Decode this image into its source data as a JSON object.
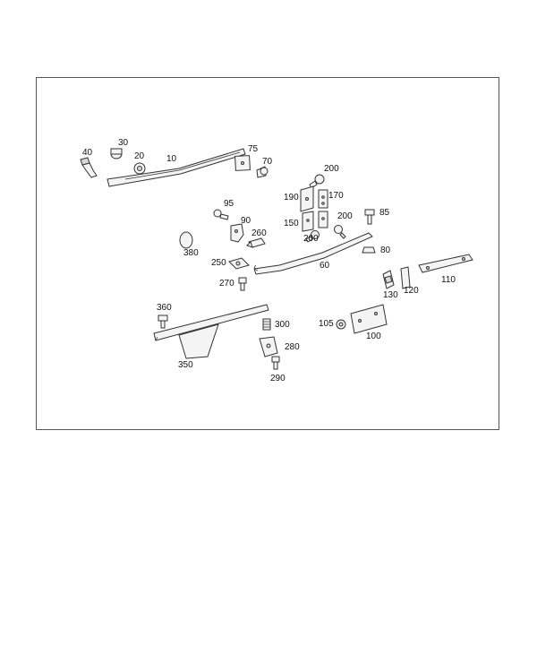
{
  "diagram": {
    "callouts": {
      "p10": "10",
      "p20": "20",
      "p30": "30",
      "p40": "40",
      "p60": "60",
      "p70": "70",
      "p75": "75",
      "p80": "80",
      "p85": "85",
      "p90": "90",
      "p95": "95",
      "p100": "100",
      "p105": "105",
      "p110": "110",
      "p120": "120",
      "p130": "130",
      "p150": "150",
      "p170": "170",
      "p190": "190",
      "p200a": "200",
      "p200b": "200",
      "p200c": "200",
      "p250": "250",
      "p260": "260",
      "p270": "270",
      "p280": "280",
      "p290": "290",
      "p300": "300",
      "p350": "350",
      "p360": "360",
      "p380": "380"
    }
  }
}
